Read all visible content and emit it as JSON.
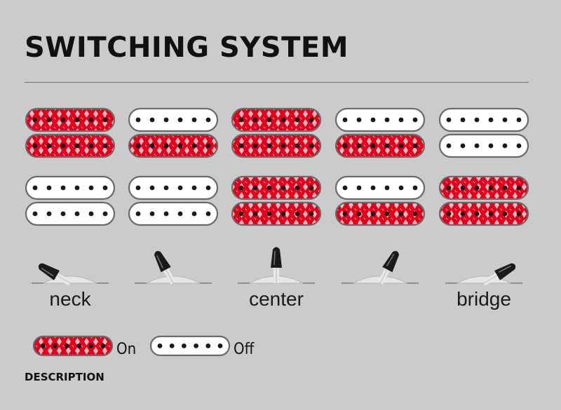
{
  "title": "SWITCHING SYSTEM",
  "description_heading": "DESCRIPTION",
  "colors": {
    "on_fill": "#e2001a",
    "off_fill": "#ffffff",
    "pole": "#1a1a1a",
    "background": "#cbcbcb"
  },
  "positions": [
    {
      "label": "neck",
      "lever": "far-left",
      "row1": {
        "top": "on",
        "bottom": "on"
      },
      "row2": {
        "top": "off",
        "bottom": "off"
      }
    },
    {
      "label": "",
      "lever": "left",
      "row1": {
        "top": "off",
        "bottom": "on"
      },
      "row2": {
        "top": "off",
        "bottom": "off"
      }
    },
    {
      "label": "center",
      "lever": "center",
      "row1": {
        "top": "on",
        "bottom": "on"
      },
      "row2": {
        "top": "on",
        "bottom": "on"
      }
    },
    {
      "label": "",
      "lever": "right",
      "row1": {
        "top": "off",
        "bottom": "on"
      },
      "row2": {
        "top": "off",
        "bottom": "on"
      }
    },
    {
      "label": "bridge",
      "lever": "far-right",
      "row1": {
        "top": "off",
        "bottom": "off"
      },
      "row2": {
        "top": "on",
        "bottom": "on"
      }
    }
  ],
  "legend": [
    {
      "state": "on",
      "label": "On"
    },
    {
      "state": "off",
      "label": "Off"
    }
  ]
}
